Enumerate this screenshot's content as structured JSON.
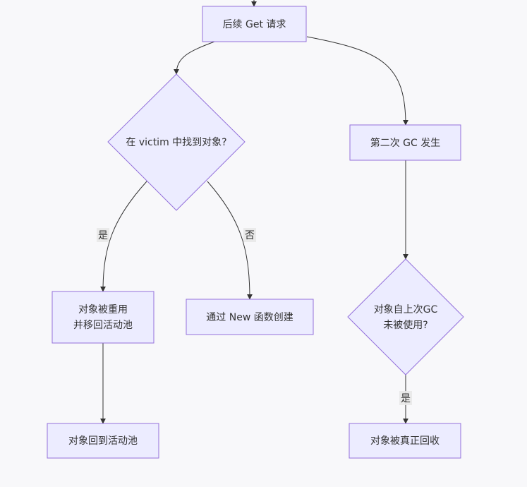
{
  "nodes": {
    "get_request": {
      "label": "后续 Get 请求"
    },
    "found_in_victim": {
      "label": "在 victim 中找到对象?"
    },
    "second_gc": {
      "label": "第二次 GC 发生"
    },
    "reused_line1": {
      "label": "对象被重用"
    },
    "reused_line2": {
      "label": "并移回活动池"
    },
    "create_via_new": {
      "label": "通过 New 函数创建"
    },
    "unused_since_gc_line1": {
      "label": "对象自上次GC"
    },
    "unused_since_gc_line2": {
      "label": "未被使用?"
    },
    "back_to_active": {
      "label": "对象回到活动池"
    },
    "truly_reclaimed": {
      "label": "对象被真正回收"
    }
  },
  "edges": {
    "found_yes": {
      "label": "是"
    },
    "found_no": {
      "label": "否"
    },
    "unused_yes": {
      "label": "是"
    }
  },
  "colors": {
    "node_fill": "#ececff",
    "node_stroke": "#9370db",
    "edge": "#333333",
    "background": "#f8f8fa",
    "edge_label_bg": "#e8e8e8"
  }
}
